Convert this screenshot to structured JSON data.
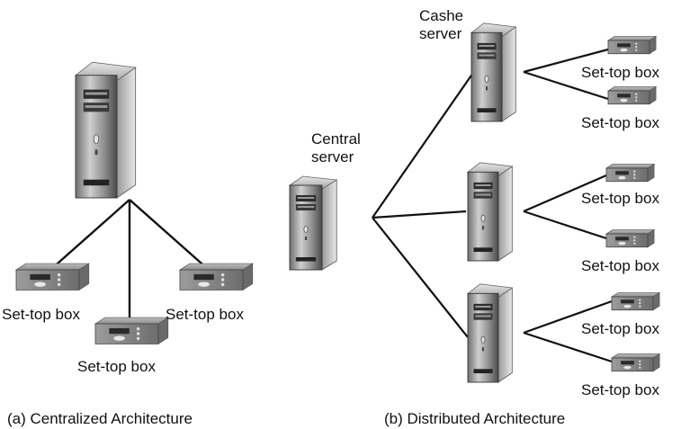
{
  "centralized": {
    "caption": "(a) Centralized Architecture",
    "stb_labels": [
      "Set-top box",
      "Set-top box",
      "Set-top box"
    ]
  },
  "distributed": {
    "caption": "(b) Distributed Architecture",
    "central_server_label": "Central\nserver",
    "cache_server_label": "Cashe\nserver",
    "stb_labels": [
      "Set-top box",
      "Set-top box",
      "Set-top box",
      "Set-top box",
      "Set-top box",
      "Set-top box"
    ]
  },
  "colors": {
    "line": "#111111",
    "server_dark": "#3a3a3a",
    "server_light": "#d9d9d9",
    "stb": "#8a8a8a"
  }
}
